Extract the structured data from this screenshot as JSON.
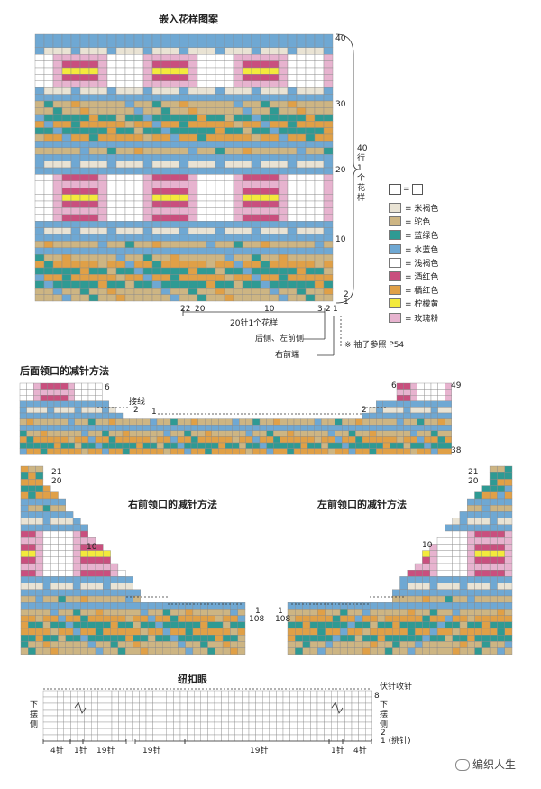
{
  "main_chart": {
    "title": "嵌入花样图案",
    "row_numbers": [
      "40",
      "30",
      "20",
      "10",
      "2",
      "1"
    ],
    "col_numbers": [
      "22",
      "20",
      "10",
      "3",
      "2",
      "1"
    ],
    "brace_label": "40行1个花样",
    "repeat_label": "20针1个花样",
    "back_left_front_label": "后侧、左前侧",
    "right_front_label": "右前端",
    "note": "※ 袖子参照 P54"
  },
  "legend": {
    "key_equals": "=",
    "key_symbol": "I",
    "items": [
      {
        "label": "= 米褐色",
        "color": "#e9e3d4"
      },
      {
        "label": "= 驼色",
        "color": "#cdb583"
      },
      {
        "label": "= 蓝绿色",
        "color": "#2f9a93"
      },
      {
        "label": "= 水蓝色",
        "color": "#6fa8d3"
      },
      {
        "label": "= 浅褐色",
        "color": "#ffffff"
      },
      {
        "label": "= 酒红色",
        "color": "#c94f7e"
      },
      {
        "label": "= 橘红色",
        "color": "#e0a047"
      },
      {
        "label": "= 柠檬黄",
        "color": "#f3ea3c"
      },
      {
        "label": "= 玫瑰粉",
        "color": "#e7b3cf"
      }
    ]
  },
  "back_neck": {
    "title": "后面领口的减针方法",
    "left_label": "6",
    "join_label": "接线",
    "step2": "2",
    "step1": "1",
    "right6": "6",
    "right2": "2",
    "row_top": "49",
    "row_bottom": "38"
  },
  "right_front_neck": {
    "title": "右前领口的减针方法",
    "top21": "21",
    "top20": "20",
    "mid10": "10",
    "end1": "1",
    "end108": "108"
  },
  "left_front_neck": {
    "title": "左前领口的减针方法",
    "top21": "21",
    "top20": "20",
    "mid10": "10",
    "end1": "1",
    "end108": "108"
  },
  "buttonhole": {
    "title": "纽扣眼",
    "bind_off": "伏针收针",
    "row8": "8",
    "lower_left": "下摆侧",
    "lower_right": "下摆侧",
    "row2": "2",
    "row1": "1 (挑针)",
    "widths": [
      "4针",
      "1针",
      "19针",
      "19针",
      "19针",
      "1针",
      "4针"
    ]
  },
  "watermark": "编织人生",
  "colors": {
    "beige": "#e9e3d4",
    "camel": "#cdb583",
    "teal": "#2f9a93",
    "blue": "#6fa8d3",
    "white": "#ffffff",
    "wine": "#c94f7e",
    "orange": "#e0a047",
    "yellow": "#f3ea3c",
    "pink": "#e7b3cf"
  }
}
